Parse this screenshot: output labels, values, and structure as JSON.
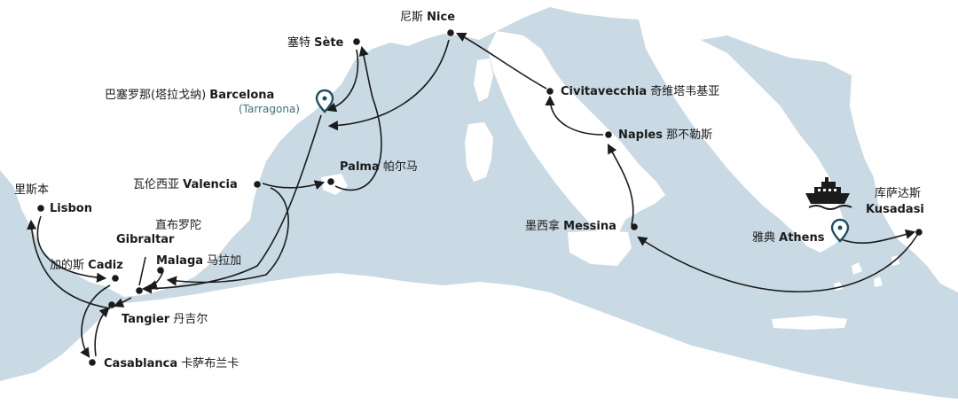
{
  "colors": {
    "sea": "#c9dae4",
    "land": "#ffffff",
    "route": "#1b1b1b",
    "pin": "#1f4e63",
    "text": "#1b1b1b",
    "note": "#3f6f86"
  },
  "icons": {
    "ship": "ship-icon",
    "pin": "map-pin-icon"
  },
  "ports": {
    "nice": {
      "zh": "尼斯",
      "en": "Nice"
    },
    "sete": {
      "zh": "塞特",
      "en": "Sète"
    },
    "barcelona": {
      "zh": "巴塞罗那(塔拉戈纳)",
      "en": "Barcelona",
      "note": "(Tarragona)"
    },
    "civitavecchia": {
      "en": "Civitavecchia",
      "zh": "奇维塔韦基亚"
    },
    "naples": {
      "en": "Naples",
      "zh": "那不勒斯"
    },
    "palma": {
      "en": "Palma",
      "zh": "帕尔马"
    },
    "valencia": {
      "zh": "瓦伦西亚",
      "en": "Valencia"
    },
    "lisbon": {
      "zh": "里斯本",
      "en": "Lisbon"
    },
    "gibraltar": {
      "zh": "直布罗陀",
      "en": "Gibraltar"
    },
    "cadiz": {
      "zh": "加的斯",
      "en": "Cadiz"
    },
    "malaga": {
      "en": "Malaga",
      "zh": "马拉加"
    },
    "tangier": {
      "en": "Tangier",
      "zh": "丹吉尔"
    },
    "casablanca": {
      "en": "Casablanca",
      "zh": "卡萨布兰卡"
    },
    "messina": {
      "zh": "墨西拿",
      "en": "Messina"
    },
    "athens": {
      "zh": "雅典",
      "en": "Athens"
    },
    "kusadasi": {
      "zh": "库萨达斯",
      "en": "Kusadasi"
    }
  }
}
